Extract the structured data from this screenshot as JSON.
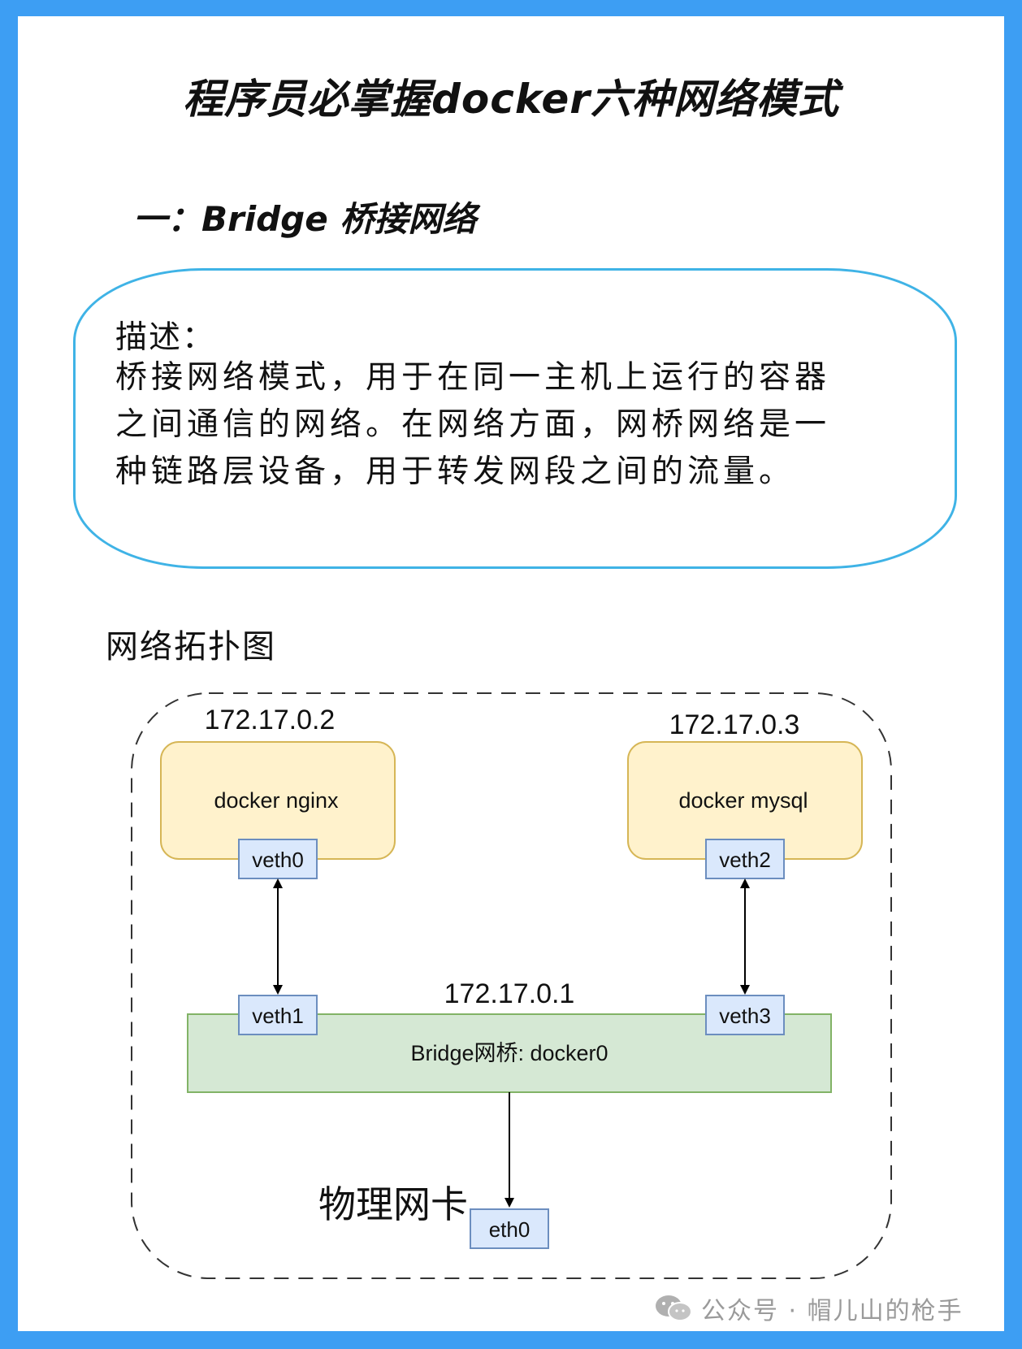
{
  "title": "程序员必掌握docker六种网络模式",
  "section": {
    "heading": "一：Bridge 桥接网络"
  },
  "description": {
    "label": "描述：",
    "lines": [
      "桥接网络模式，用于在同一主机上运行的容器",
      "之间通信的网络。在网络方面，网桥网络是一",
      "种链路层设备，用于转发网段之间的流量。"
    ]
  },
  "topology": {
    "heading": "网络拓扑图",
    "container1": {
      "ip": "172.17.0.2",
      "name": "docker nginx",
      "iface": "veth0"
    },
    "container2": {
      "ip": "172.17.0.3",
      "name": "docker mysql",
      "iface": "veth2"
    },
    "bridge": {
      "ip": "172.17.0.1",
      "name": "Bridge网桥: docker0",
      "iface_left": "veth1",
      "iface_right": "veth3"
    },
    "nic": {
      "label": "物理网卡",
      "iface": "eth0"
    }
  },
  "watermark": "公众号 · 帽儿山的枪手",
  "colors": {
    "background": "#3d9ef3",
    "highlight_green": "#b9f04a",
    "highlight_blue": "#7fd0f0",
    "container_fill": "#fff2cc",
    "container_stroke": "#d6b656",
    "iface_fill": "#dae8fc",
    "iface_stroke": "#6c8ebf",
    "bridge_fill": "#d5e8d4",
    "bridge_stroke": "#82b366"
  }
}
